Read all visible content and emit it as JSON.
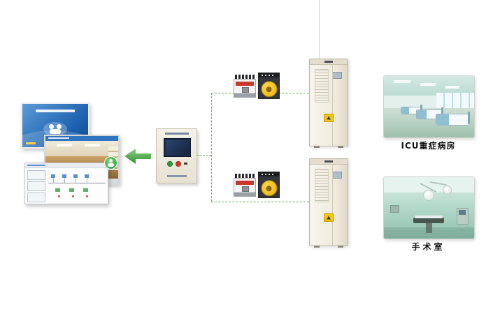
{
  "diagram": {
    "labels": {
      "icu": "ICU重症病房",
      "operating_room": "手术室"
    },
    "colors": {
      "connector_green": "#5cb44e",
      "arrow_green": "#2f9435",
      "screen_blue": "#1b5fae",
      "panel_beige": "#efece0",
      "cabinet_body": "#f1ede0",
      "warning_yellow": "#f3c613",
      "ats_red": "#c8372d",
      "transformer_yellow": "#f0b90f"
    },
    "nodes": {
      "software_screens": [
        "presentation-screen",
        "ward-view-screen",
        "schematic-screen"
      ],
      "monitor_panel": "wall-mounted-monitor",
      "branch_components": [
        "dual-power-transfer-switch",
        "isolation-transformer",
        "isolated-power-cabinet"
      ]
    }
  }
}
